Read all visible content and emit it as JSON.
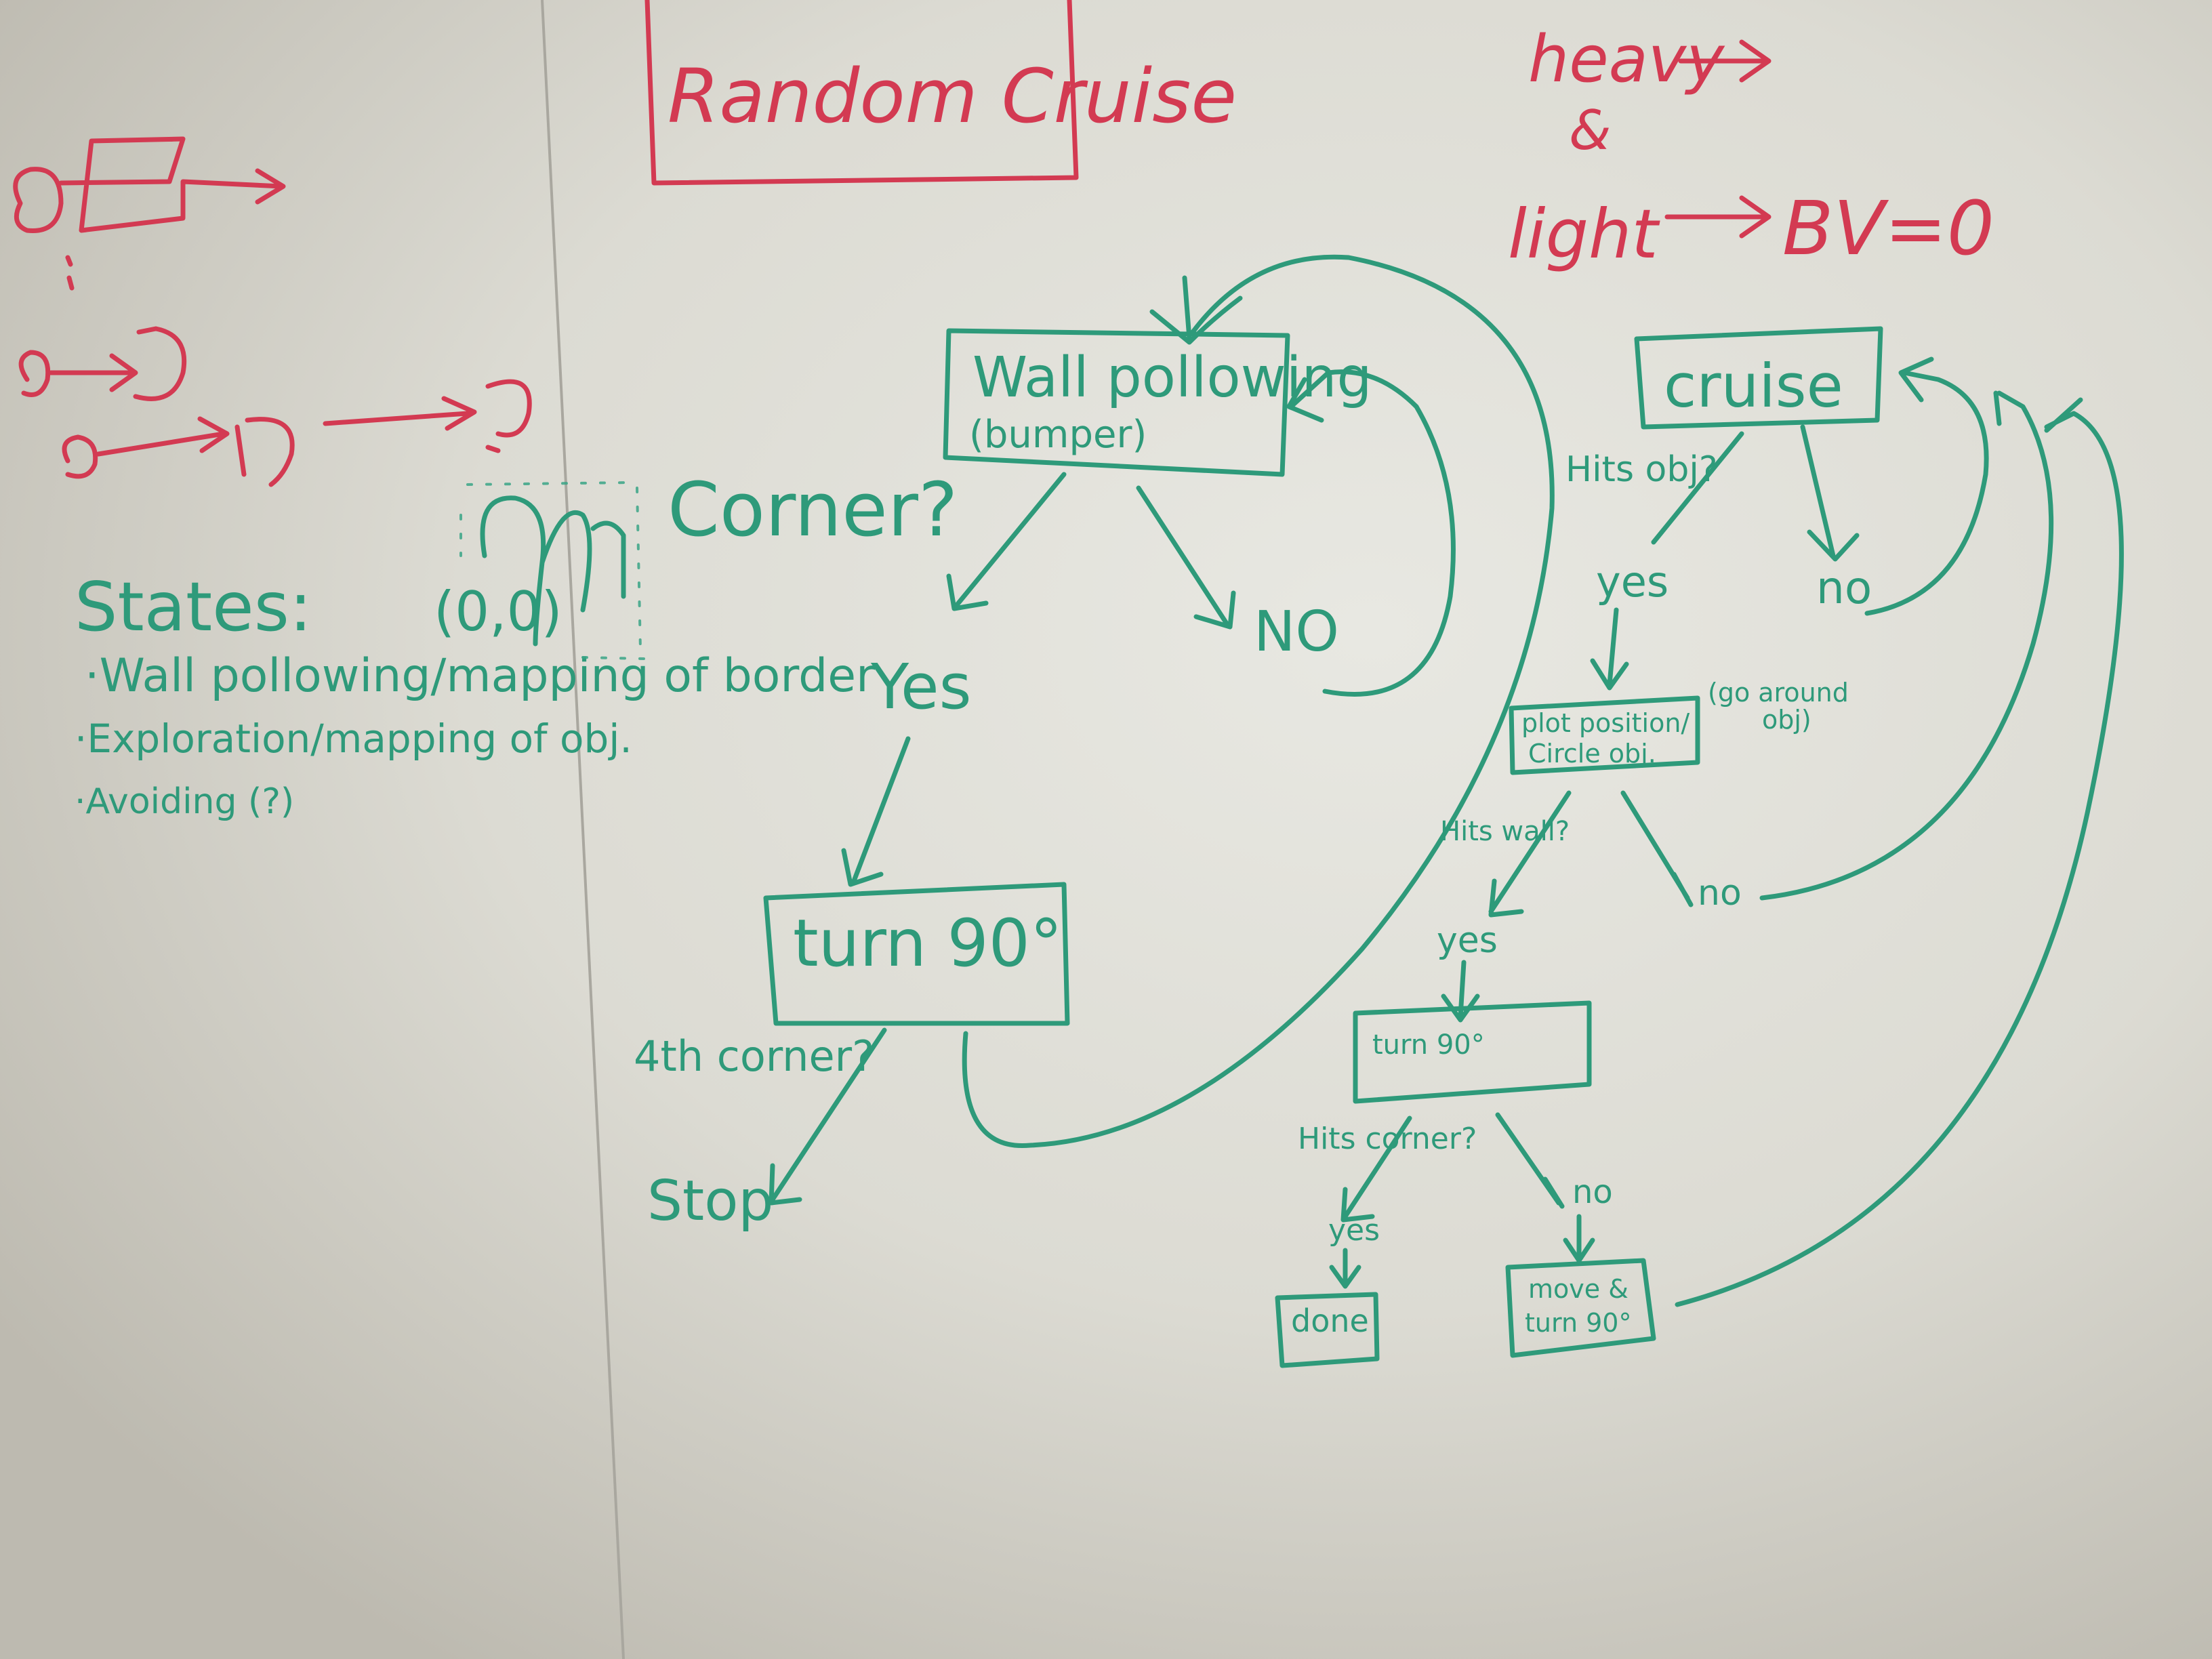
{
  "title": "Random Cruise",
  "legend_top_right": {
    "line1": "heavy",
    "line2": "&",
    "line3": "light",
    "result": "BV=0"
  },
  "states": {
    "heading": "States:",
    "items": [
      "·Wall pollowing/mapping of border",
      "·Exploration/mapping of obj.",
      "·Avoiding (?)"
    ]
  },
  "origin_label": "(0,0)",
  "corner_question": "Corner?",
  "left_flow": {
    "wall_following": "Wall pollowing",
    "bumper": "(bumper)",
    "yes": "Yes",
    "no": "NO",
    "turn": "turn 90°",
    "fourth_corner": "4th corner?",
    "stop": "Stop"
  },
  "right_flow": {
    "cruise": "cruise",
    "hits_obj": "Hits obj?",
    "yes": "yes",
    "no": "no",
    "plot_position_l1": "plot position/",
    "plot_position_l2": "Circle obj.",
    "go_around_l1": "(go around",
    "go_around_l2": "obj)",
    "hits_wall": "Hits wall?",
    "yes2": "yes",
    "no2": "no",
    "turn": "turn 90°",
    "hits_corner": "Hits corner?",
    "yes3": "yes",
    "no3": "no",
    "done": "done",
    "move_l1": "move &",
    "move_l2": "turn 90°"
  },
  "colors": {
    "green_marker": "#2e9a7a",
    "red_marker": "#d33a52",
    "board": "#dcdbd3"
  }
}
